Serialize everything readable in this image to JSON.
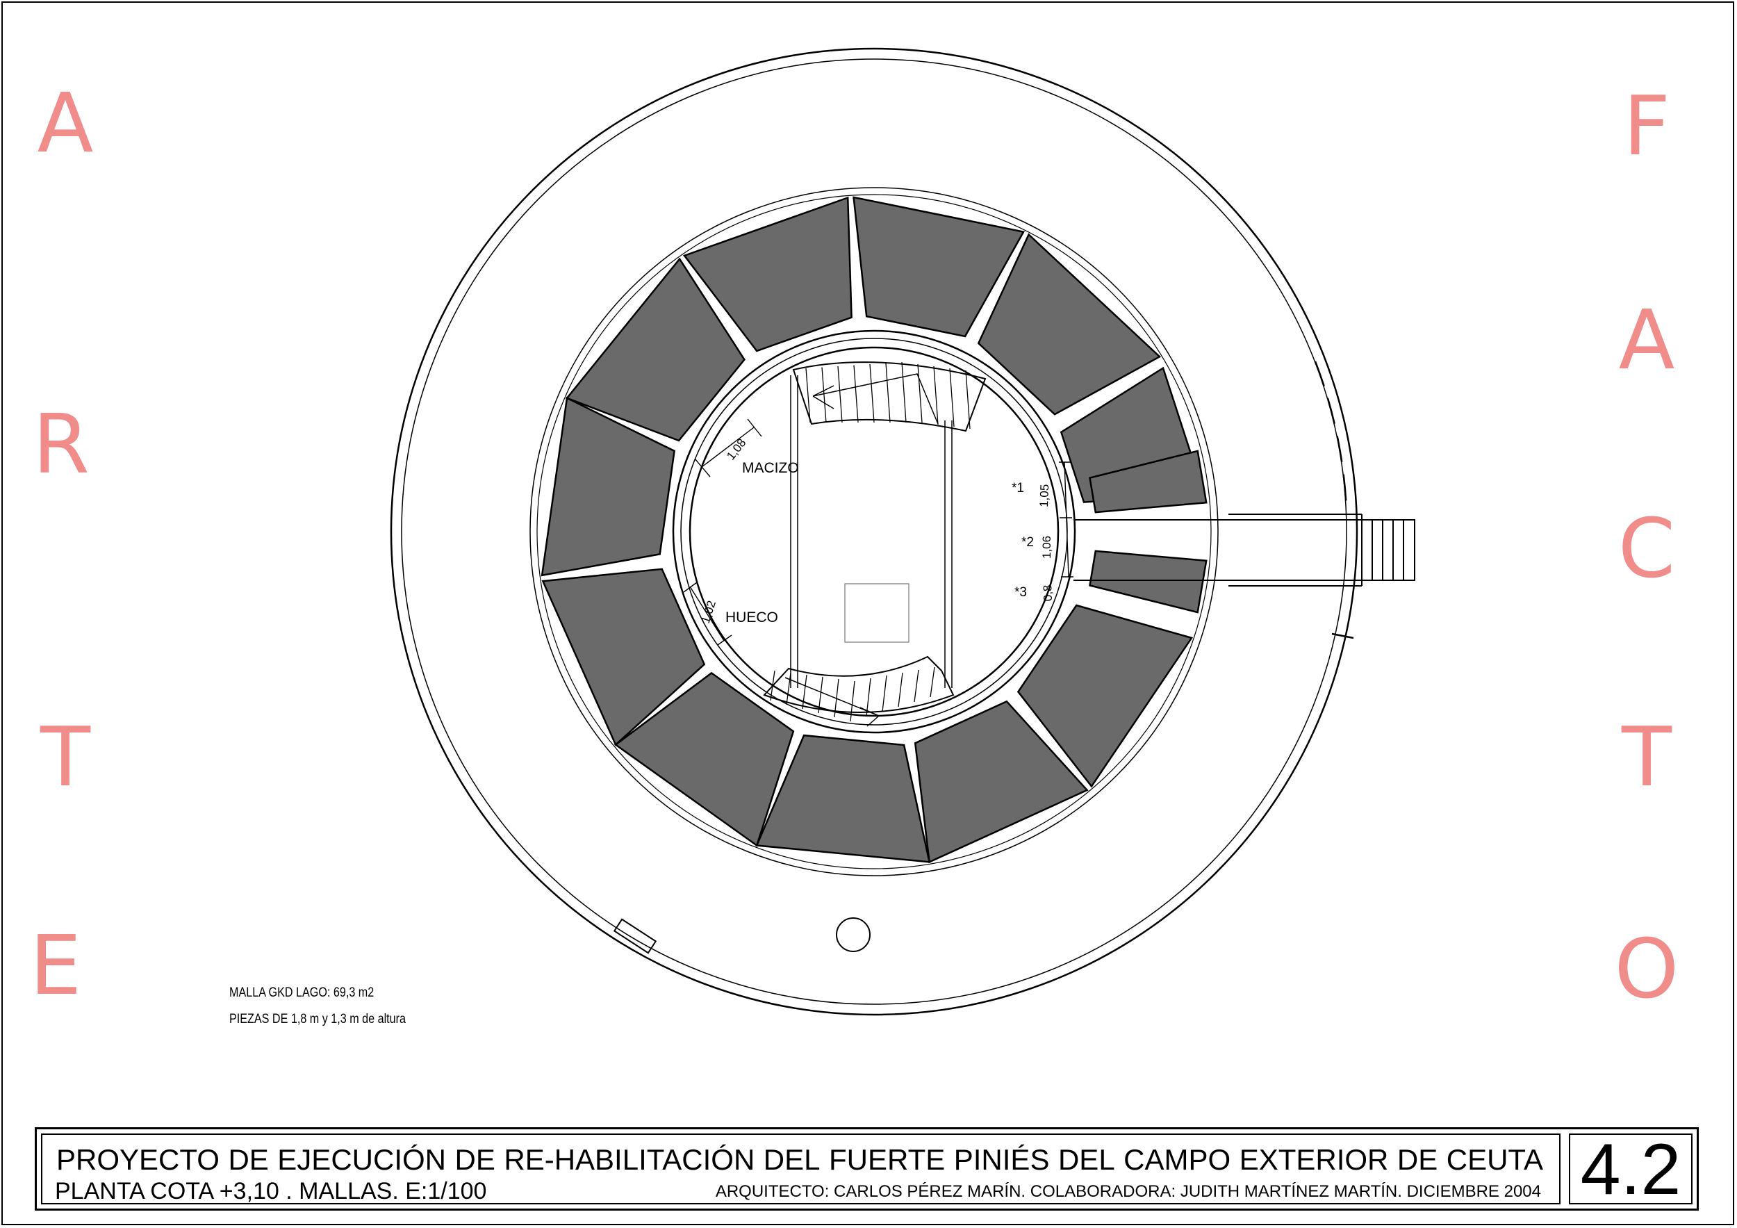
{
  "side_left": [
    "A",
    "R",
    "T",
    "E"
  ],
  "side_right": [
    "F",
    "A",
    "C",
    "T",
    "O"
  ],
  "plan": {
    "label_macizo": "MACIZO",
    "label_hueco": "HUECO",
    "dim_left_top": "1,08",
    "dim_left_bottom": "1,02",
    "dim_right": [
      "1,05",
      "1,06",
      "0,8"
    ],
    "markers": [
      "*1",
      "*2",
      "*3"
    ]
  },
  "notes": {
    "line1": "MALLA GKD LAGO: 69,3 m2",
    "line2": "PIEZAS DE 1,8 m  y 1,3 m de altura"
  },
  "title_block": {
    "title_words": [
      "PROYECTO",
      "DE",
      "EJECUCIÓN",
      "DE",
      "RE-HABILITACIÓN",
      "DEL",
      "FUERTE",
      "PINIÉS",
      "DEL",
      "CAMPO",
      "EXTERIOR",
      "DE",
      "CEUTA"
    ],
    "subtitle": "PLANTA COTA +3,10 . MALLAS. E:1/100",
    "credits": "ARQUITECTO: CARLOS PÉREZ MARÍN. COLABORADORA: JUDITH MARTÍNEZ MARTÍN. DICIEMBRE 2004",
    "sheet_number": "4.2"
  },
  "colors": {
    "accent_letters": "#f08c8a",
    "panel_fill": "#6a6a6a",
    "line": "#000000"
  }
}
